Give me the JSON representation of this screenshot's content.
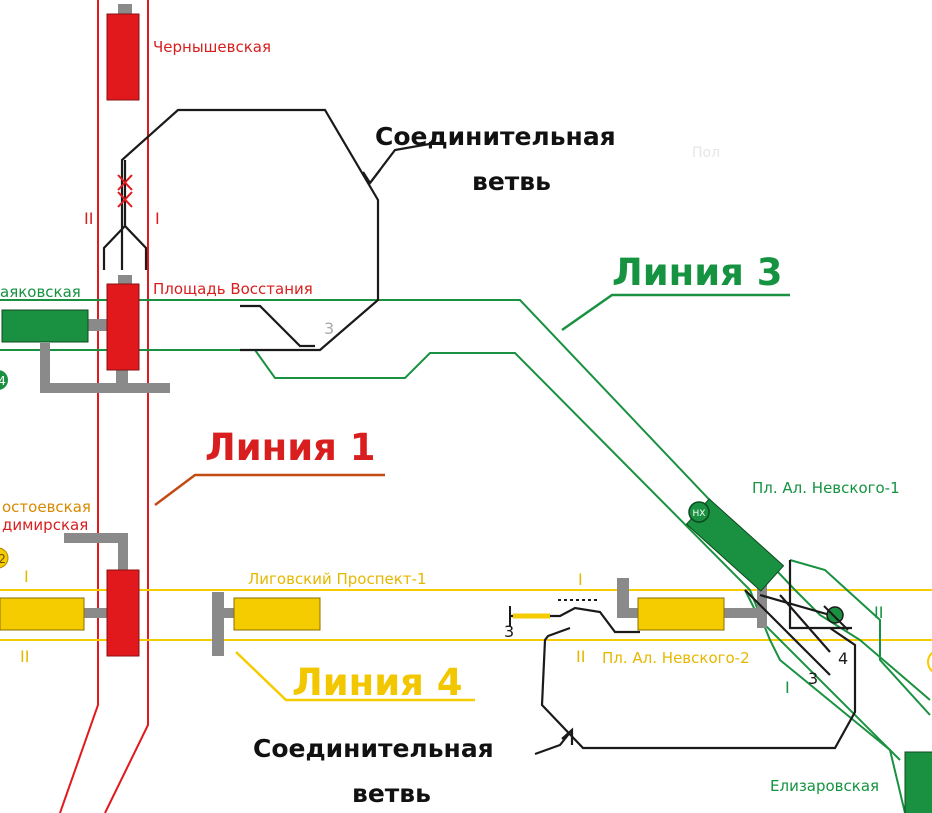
{
  "colors": {
    "line1": "#e2191c",
    "line3": "#1a9141",
    "line4": "#f5cc00",
    "line1_label": "#d81e1e",
    "line3_label": "#159341",
    "line4_label": "#f2c700",
    "line4_station_text": "#e5b800",
    "grey": "#8a8a8a",
    "black": "#1a1a1a"
  },
  "line_labels": {
    "line1": "Линия 1",
    "line3": "Линия 3",
    "line4": "Линия 4"
  },
  "connector_labels": {
    "upper_line1": "Соединительная",
    "upper_line2": "ветвь",
    "lower_line1": "Соединительная",
    "lower_line2": "ветвь"
  },
  "stations": {
    "chernyshevskaya": "Чернышевская",
    "ploshchad_vosstaniya": "Площадь Восстания",
    "mayakovskaya": "аяковская",
    "dostoevskaya": "остоевская",
    "vladimirskaya": "димирская",
    "ligovsky": "Лиговский Проспект-1",
    "nevskogo1": "Пл. Ал. Невского-1",
    "nevskogo2": "Пл. Ал. Невского-2",
    "elizarovskaya": "Елизаровская"
  },
  "track_marks": {
    "red_left": "II",
    "red_right": "I",
    "yellow_top_left": "I",
    "yellow_bottom_left": "II",
    "yellow_top_mid": "I",
    "yellow_bottom_mid": "II",
    "green_right": "II",
    "green_left_bottom": "I",
    "track3_upper": "3",
    "track3_lower": "3",
    "track3_mid": "3",
    "track4": "4",
    "signal": "НХ",
    "partial_right": "Пол"
  },
  "badges": {
    "line4_badge": "4",
    "line2_badge": "2"
  }
}
